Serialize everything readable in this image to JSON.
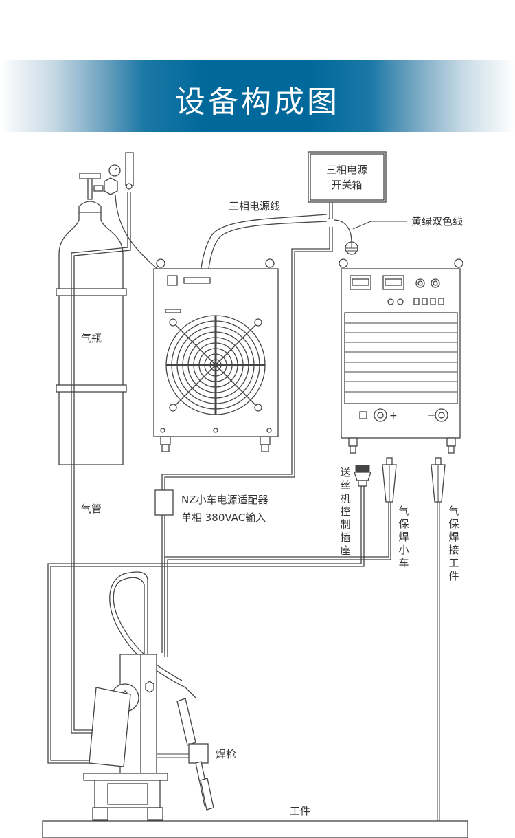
{
  "header": {
    "title": "设备构成图",
    "colors": {
      "banner_center": "#00689a",
      "banner_edge": "#ffffff",
      "line": "#444444"
    }
  },
  "labels": {
    "power_switch_box": [
      "三相电源",
      "开关箱"
    ],
    "three_phase_cable": "三相电源线",
    "ground_wire": "黄绿双色线",
    "gas_cylinder": "气瓶",
    "gas_hose": "气管",
    "adapter": [
      "NZ小车电源适配器",
      "单相 380VAC输入"
    ],
    "wire_feeder_socket": "送丝机控制插座",
    "torch_connector": "气保焊小车",
    "work_connector": "气保焊接工件",
    "torch": "焊枪",
    "workpiece": "工件"
  },
  "icons": [
    "gas-cylinder",
    "pressure-gauge",
    "flowmeter",
    "power-supply-rear",
    "fan-grille",
    "welding-machine-front",
    "ground-symbol",
    "control-plug",
    "cable-connector",
    "welding-carriage",
    "welding-torch"
  ]
}
